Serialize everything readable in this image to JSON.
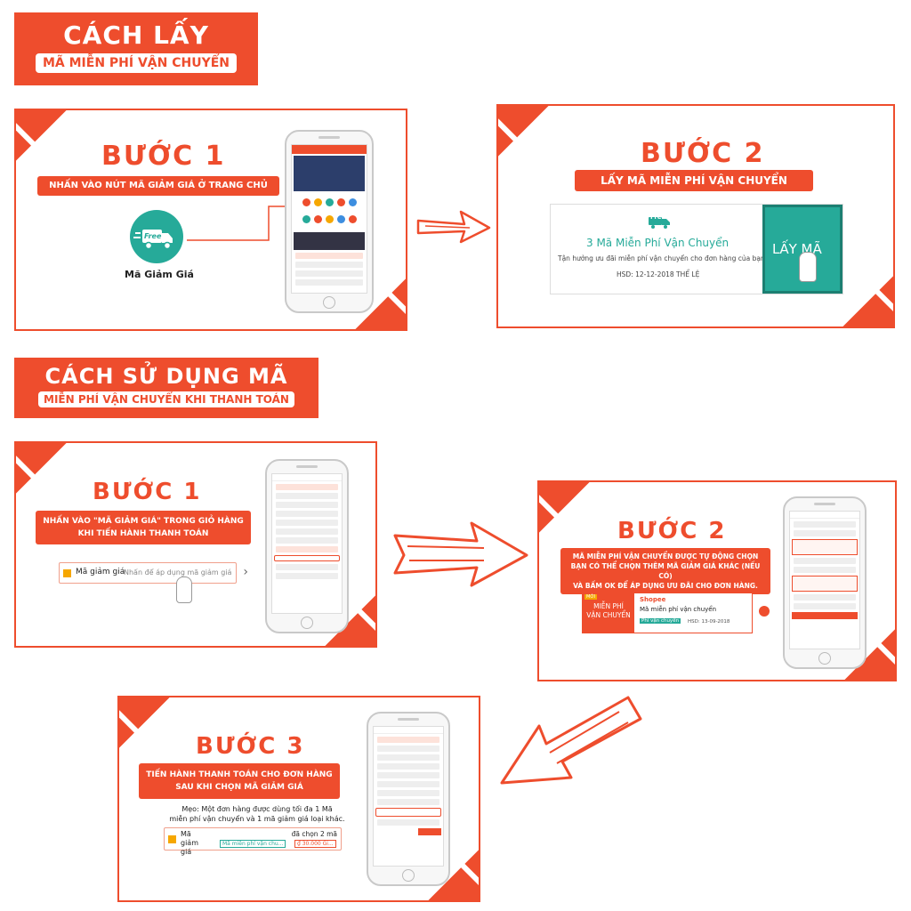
{
  "header1": {
    "title": "CÁCH LẤY",
    "subtitle": "MÃ MIỄN PHÍ VẬN CHUYỂN"
  },
  "header2": {
    "title": "CÁCH SỬ DỤNG MÃ",
    "subtitle": "MIỄN PHÍ VẬN CHUYỂN KHI THANH TOÁN"
  },
  "get_step1": {
    "title": "BƯỚC 1",
    "banner": "NHẤN VÀO NÚT MÃ GIẢM GIÁ Ở TRANG CHỦ",
    "icon_label": "Mã Giảm Giá",
    "icon_text": "Free"
  },
  "get_step2": {
    "title": "BƯỚC 2",
    "banner": "LẤY MÃ MIỄN PHÍ VẬN CHUYỂN",
    "voucher_free": "Free",
    "voucher_title": "3 Mã Miễn Phí Vận Chuyển",
    "voucher_desc": "Tận hưởng ưu đãi miễn phí vận chuyển cho đơn hàng của bạn",
    "voucher_hsd": "HSD: 12-12-2018 THỂ LỆ",
    "button": "LẤY MÃ"
  },
  "use_step1": {
    "title": "BƯỚC 1",
    "banner_line1": "NHẤN VÀO \"MÃ GIẢM GIÁ\" TRONG GIỎ HÀNG",
    "banner_line2": "KHI TIẾN HÀNH THANH TOÁN",
    "field_label": "Mã giảm giá",
    "field_placeholder": "Nhấn để áp dụng mã giảm giá",
    "chevron": "›"
  },
  "use_step2": {
    "title": "BƯỚC 2",
    "banner_line1": "MÃ MIỄN PHÍ VẬN CHUYỂN ĐƯỢC TỰ ĐỘNG CHỌN",
    "banner_line2": "BẠN CÓ THỂ CHỌN THÊM MÃ GIẢM GIÁ KHÁC (NẾU CÓ)",
    "banner_line3": "VÀ BẤM OK ĐỂ ÁP DỤNG ƯU ĐÃI CHO ĐƠN HÀNG.",
    "voucher_badge": "MỚI",
    "voucher_left": "MIỄN PHÍ VẬN CHUYỂN",
    "voucher_brand": "Shopee",
    "voucher_name": "Mã miễn phí vận chuyển",
    "voucher_tag": "Phí vận chuyển",
    "voucher_hsd": "HSD: 13-09-2018"
  },
  "use_step3": {
    "title": "BƯỚC 3",
    "banner_line1": "TIẾN HÀNH THANH TOÁN CHO ĐƠN HÀNG",
    "banner_line2": "SAU KHI CHỌN MÃ GIẢM GIÁ",
    "tip_line1": "Mẹo: Một đơn hàng được dùng tối đa 1 Mã",
    "tip_line2": "miễn phí vận chuyển và 1 mã giảm giá loại khác.",
    "field_label": "Mã giảm giá",
    "field_count": "đã chọn 2 mã",
    "chip1": "Mã miễn phí vận chu...",
    "chip2": "₫ 30.000 Gi..."
  },
  "colors": {
    "accent": "#ee4d2d",
    "teal": "#26aa99"
  }
}
